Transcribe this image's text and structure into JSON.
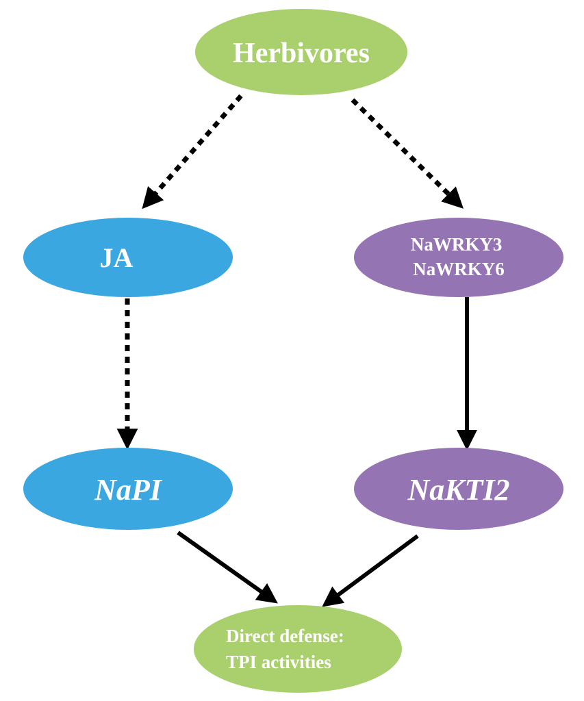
{
  "colors": {
    "green": "#a9d06c",
    "blue": "#3aa7e1",
    "purple": "#9474b3",
    "text": "#ffffff",
    "arrow": "#000000"
  },
  "nodes": {
    "herbivores": {
      "label": "Herbivores"
    },
    "ja": {
      "label": "JA"
    },
    "nawrky": {
      "line1": "NaWRKY3",
      "line2": "NaWRKY6"
    },
    "napi": {
      "label": "NaPI"
    },
    "nakti2": {
      "label": "NaKTI2"
    },
    "defense": {
      "line1": "Direct defense:",
      "line2": "TPI activities"
    }
  },
  "edges": [
    {
      "from": "herbivores",
      "to": "ja",
      "style": "dotted"
    },
    {
      "from": "herbivores",
      "to": "nawrky",
      "style": "dotted"
    },
    {
      "from": "ja",
      "to": "napi",
      "style": "dotted"
    },
    {
      "from": "nawrky",
      "to": "nakti2",
      "style": "solid"
    },
    {
      "from": "napi",
      "to": "defense",
      "style": "solid"
    },
    {
      "from": "nakti2",
      "to": "defense",
      "style": "solid"
    }
  ]
}
